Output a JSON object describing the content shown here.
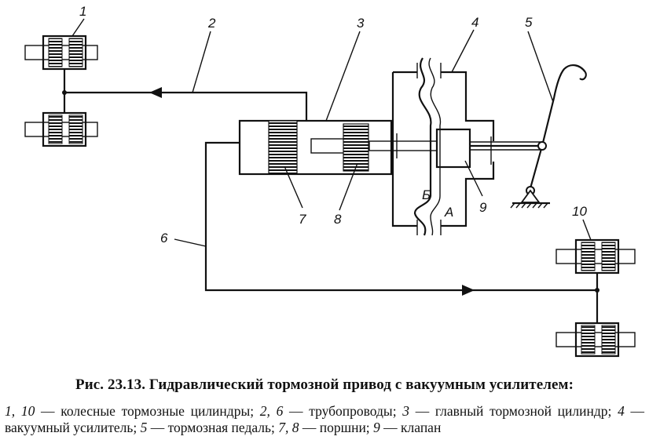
{
  "labels": {
    "l1": "1",
    "l2": "2",
    "l3": "3",
    "l4": "4",
    "l5": "5",
    "l6": "6",
    "l7": "7",
    "l8": "8",
    "l9": "9",
    "l10": "10",
    "lA": "А",
    "lB": "Б"
  },
  "caption": {
    "title": "Рис. 23.13. Гидравлический тормозной привод с вакуумным усилителем:",
    "legend": [
      {
        "num": "1, 10",
        "text": " — колесные тормозные цилиндры; "
      },
      {
        "num": "2, 6",
        "text": " — трубопроводы; "
      },
      {
        "num": "3",
        "text": " — главный тормозной цилиндр; "
      },
      {
        "num": "4",
        "text": " — вакуумный усилитель; "
      },
      {
        "num": "5",
        "text": " — тормозная педаль; "
      },
      {
        "num": "7, 8",
        "text": " — поршни; "
      },
      {
        "num": "9",
        "text": " — клапан"
      }
    ]
  }
}
